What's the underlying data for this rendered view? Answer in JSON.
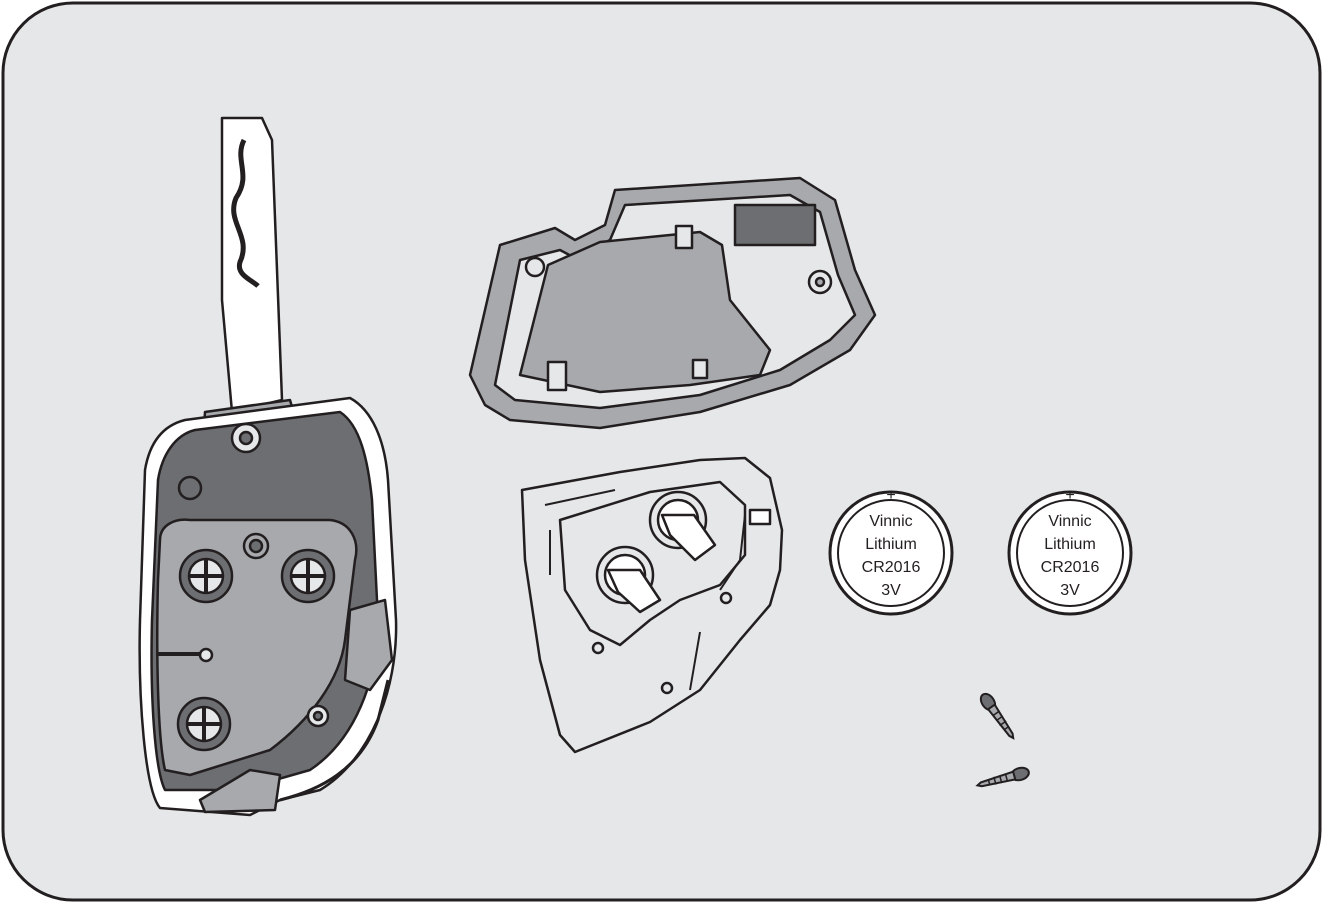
{
  "colors": {
    "panel": "#e6e7e8",
    "outline": "#231f20",
    "housing_dark": "#6d6e71",
    "housing_mid": "#a7a9ac",
    "battery": "#ffffff"
  },
  "components": {
    "key_fob": {
      "icon": "key-fob-with-blade"
    },
    "top_cover": {
      "icon": "housing-top-cover"
    },
    "circuit_board": {
      "icon": "pcb-with-battery-holders"
    },
    "screws": {
      "icon": "screw",
      "count": 2
    }
  },
  "batteries": [
    {
      "polarity": "+",
      "line1": "Vinnic",
      "line2": "Lithium",
      "line3": "CR2016",
      "line4": "3V"
    },
    {
      "polarity": "+",
      "line1": "Vinnic",
      "line2": "Lithium",
      "line3": "CR2016",
      "line4": "3V"
    }
  ]
}
